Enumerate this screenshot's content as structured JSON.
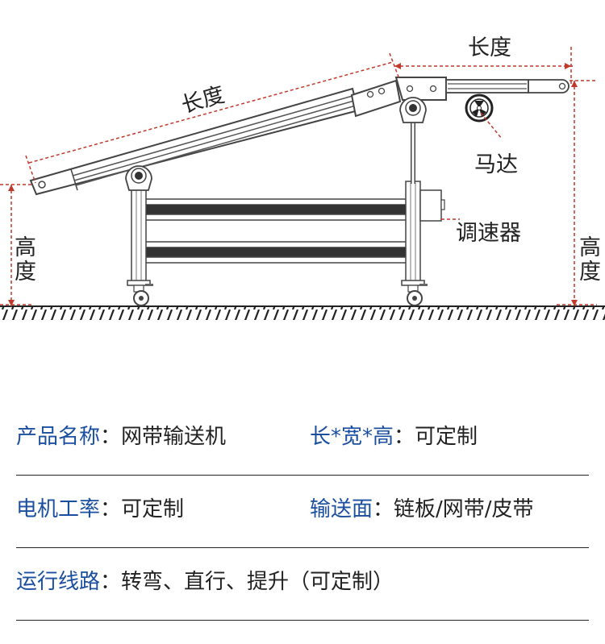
{
  "diagram": {
    "labels": {
      "incline_length": "长度",
      "top_length": "长度",
      "motor": "马达",
      "speed_controller": "调速器",
      "left_height": "高\n度",
      "right_height": "高\n度"
    },
    "colors": {
      "dimension_line": "#c0392b",
      "frame_stroke": "#444444",
      "belt_dark": "#333333"
    }
  },
  "specs": {
    "separator": "：",
    "rows": [
      {
        "left": {
          "label": "产品名称",
          "value": "网带输送机"
        },
        "right": {
          "label": "长*宽*高",
          "value": "可定制"
        }
      },
      {
        "left": {
          "label": "电机工率",
          "value": "可定制"
        },
        "right": {
          "label": "输送面",
          "value": "链板/网带/皮带"
        }
      },
      {
        "left": {
          "label": "运行线路",
          "value": "转弯、直行、提升（可定制）"
        }
      }
    ],
    "colors": {
      "label": "#1a4fa0",
      "value": "#222222",
      "rule": "#222222"
    }
  }
}
